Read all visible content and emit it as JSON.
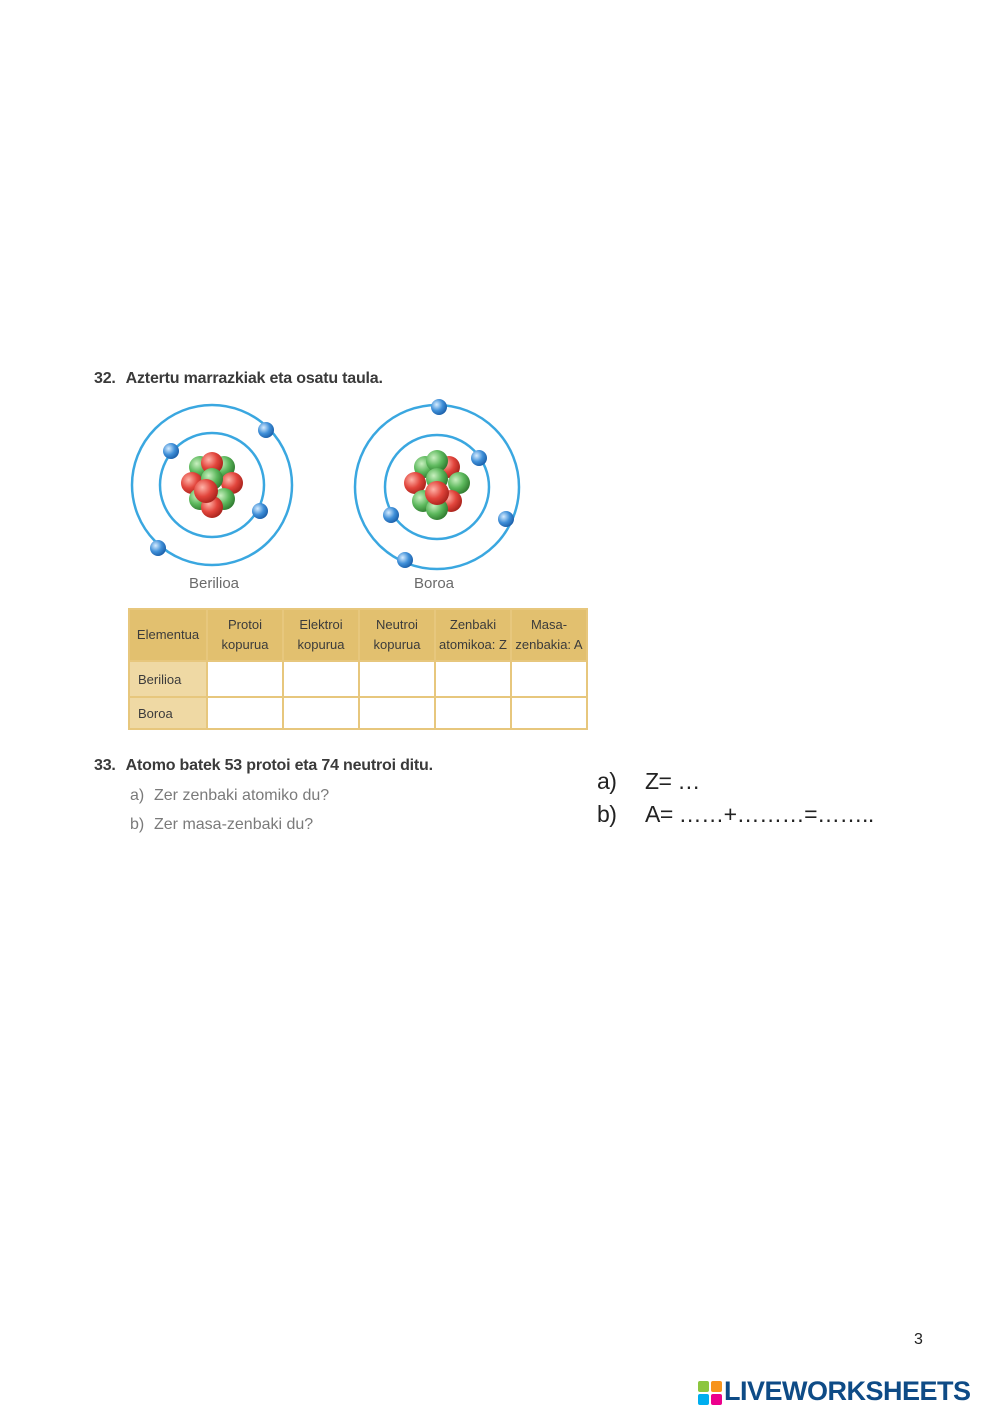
{
  "q32": {
    "number": "32.",
    "title": "Aztertu marrazkiak eta osatu taula.",
    "atoms": [
      {
        "label": "Berilioa"
      },
      {
        "label": "Boroa"
      }
    ],
    "table": {
      "headers": [
        [
          "Elementua"
        ],
        [
          "Protoi",
          "kopurua"
        ],
        [
          "Elektroi",
          "kopurua"
        ],
        [
          "Neutroi",
          "kopurua"
        ],
        [
          "Zenbaki",
          "atomikoa: Z"
        ],
        [
          "Masa-",
          "zenbakia: A"
        ]
      ],
      "rows": [
        "Berilioa",
        "Boroa"
      ]
    }
  },
  "q33": {
    "number": "33.",
    "title": "Atomo batek 53 protoi eta 74 neutroi ditu.",
    "subs": [
      {
        "letter": "a)",
        "text": "Zer zenbaki atomiko du?"
      },
      {
        "letter": "b)",
        "text": "Zer masa-zenbaki du?"
      }
    ]
  },
  "answers": [
    {
      "letter": "a)",
      "text": "Z= …"
    },
    {
      "letter": "b)",
      "text": "A= ……+………=…….."
    }
  ],
  "page_number": "3",
  "logo": {
    "text": "LIVEWORKSHEETS",
    "icon": "liveworksheets-logo-icon",
    "badge_colors": [
      "#8cc63f",
      "#f7941d",
      "#00aeef",
      "#ec008c"
    ]
  },
  "colors": {
    "table_header": "#e2c06f",
    "table_border": "#e7c77d",
    "electron": "#3f8fd8",
    "proton": "#e2453c",
    "neutron": "#5cb85c",
    "orbit": "#3aa7e0"
  }
}
